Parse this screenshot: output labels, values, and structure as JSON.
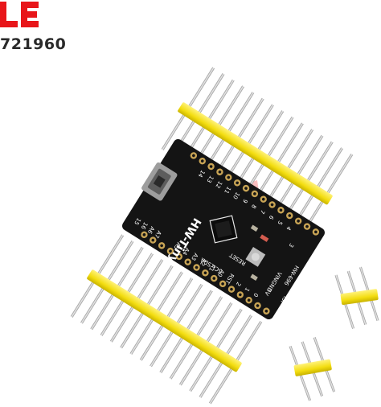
{
  "watermark": {
    "code": "721960",
    "logo_color": "#e8161a",
    "logo_letters": "LE"
  },
  "board": {
    "name": "HW-Tiny",
    "model": "HW-696",
    "color": "#141414",
    "silk_color": "#ffffff",
    "pad_color": "#c8a455",
    "labels": {
      "top_pins": [
        "14",
        "13",
        "12",
        "11",
        "10",
        "9",
        "8",
        "7",
        "6",
        "5",
        "4"
      ],
      "bottom_pins": [
        "A5",
        "A4",
        "A3",
        "A2",
        "A1",
        "A0",
        "RST",
        "2",
        "1",
        "0"
      ],
      "left_pins": [
        "15",
        "16",
        "A6",
        "A7"
      ],
      "right_labels": [
        "VIN",
        "GND",
        "5V",
        "HW-696",
        "ISP"
      ],
      "reset": "RESET",
      "i2c": "SCL SDA",
      "num_3": "3"
    }
  },
  "headers": {
    "color": "#f5e11a",
    "pin_color": "#c8c8c8"
  }
}
